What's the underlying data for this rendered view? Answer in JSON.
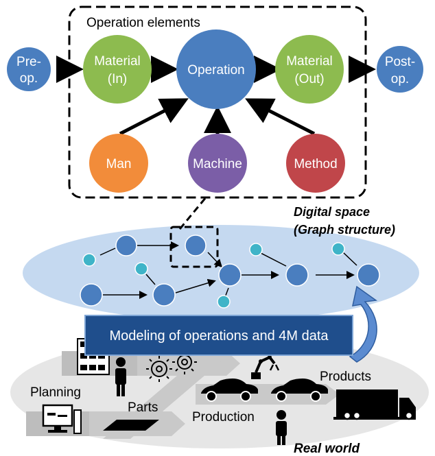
{
  "operation_elements": {
    "title": "Operation elements",
    "nodes": {
      "pre_op": [
        "Pre-",
        "op."
      ],
      "material_in": [
        "Material",
        "(In)"
      ],
      "operation": "Operation",
      "material_out": [
        "Material",
        "(Out)"
      ],
      "post_op": [
        "Post-",
        "op."
      ],
      "man": "Man",
      "machine": "Machine",
      "method": "Method"
    }
  },
  "digital_space": {
    "title_line1": "Digital space",
    "title_line2": "(Graph structure)"
  },
  "modeling_banner": "Modeling of operations and 4M data",
  "real_world": {
    "title": "Real world",
    "labels": {
      "planning": "Planning",
      "parts": "Parts",
      "production": "Production",
      "products": "Products"
    }
  },
  "colors": {
    "blue_node": "#4a7ebf",
    "material_green": "#8dbb4f",
    "man_orange": "#f28c3a",
    "machine_purple": "#7b5ea7",
    "method_red": "#c0464a",
    "cyan_node": "#3fb4c8",
    "digital_ellipse": "#c5d9f0",
    "banner": "#1f4e8c",
    "real_world_ellipse": "#e6e6e6"
  }
}
